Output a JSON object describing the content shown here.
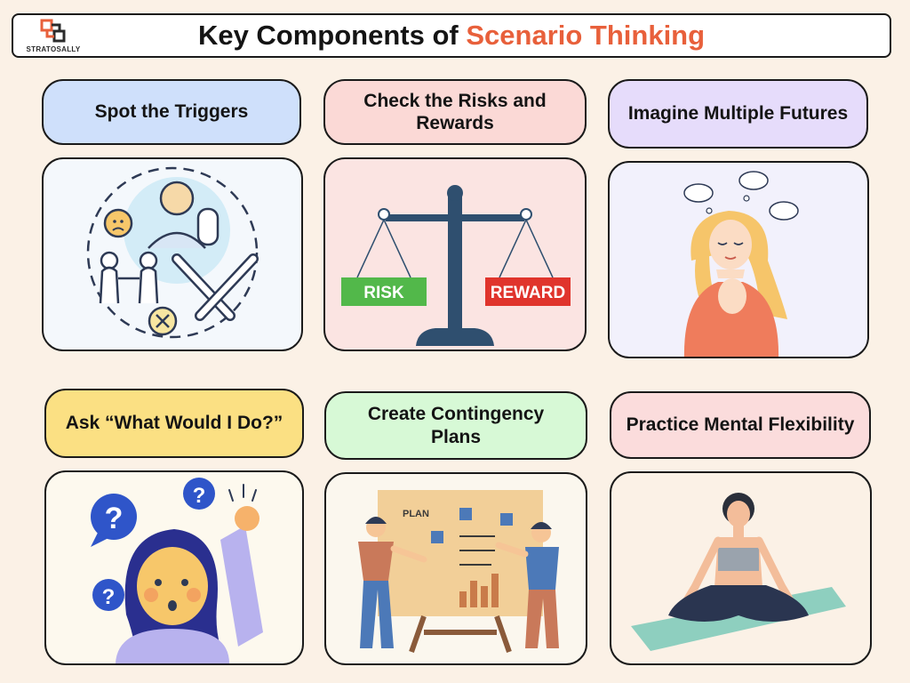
{
  "header": {
    "title_part1": "Key Components of ",
    "title_part2": "Scenario Thinking",
    "logo_text": "STRATOSALLY"
  },
  "colors": {
    "accent": "#e8603b",
    "label_blue": "#cfe0fb",
    "label_pink": "#fbd9d6",
    "label_purple": "#e6dcfb",
    "label_yellow": "#fbe083",
    "label_green": "#d7f9d6",
    "label_rose": "#fbdcdc"
  },
  "components": [
    {
      "label": "Spot the Triggers",
      "icon": "triggers-illustration"
    },
    {
      "label": "Check the Risks and Rewards",
      "icon": "balance-scale-illustration",
      "scale": {
        "left": "RISK",
        "right": "REWARD"
      }
    },
    {
      "label": "Imagine Multiple Futures",
      "icon": "dreaming-woman-illustration"
    },
    {
      "label": "Ask “What Would I Do?”",
      "icon": "questioning-girl-illustration"
    },
    {
      "label": "Create Contingency Plans",
      "icon": "planning-board-illustration",
      "board_title": "PLAN"
    },
    {
      "label": "Practice Mental Flexibility",
      "icon": "meditating-woman-illustration"
    }
  ]
}
